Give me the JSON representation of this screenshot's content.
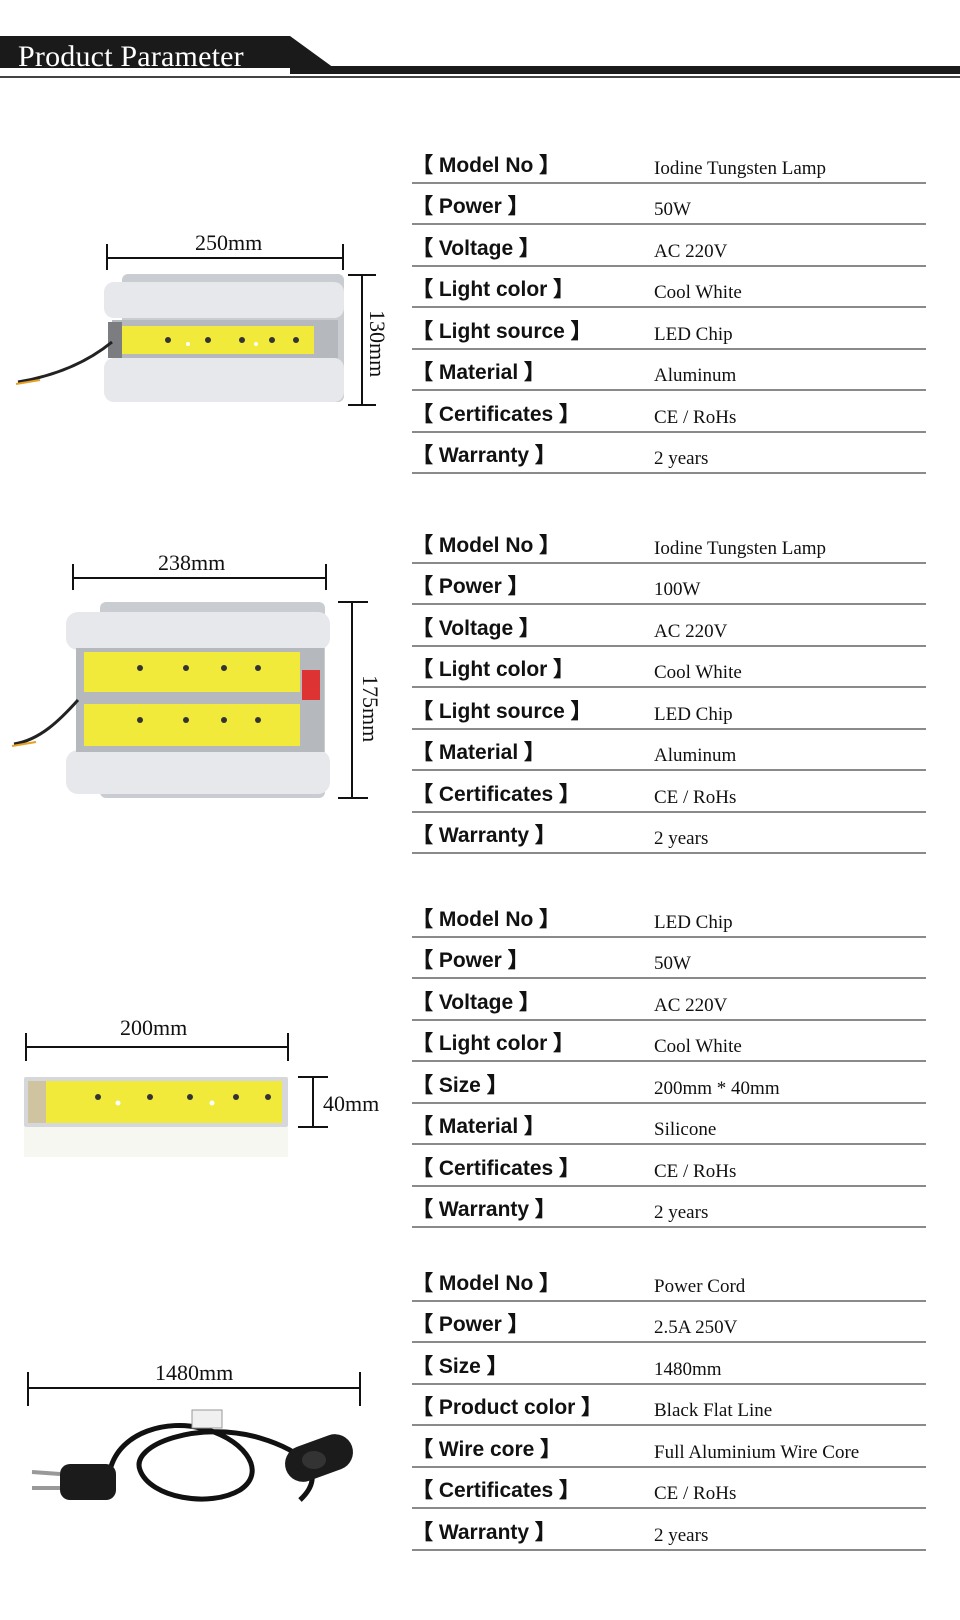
{
  "header": {
    "title": "Product Parameter"
  },
  "products": [
    {
      "width_label": "250mm",
      "height_label": "130mm",
      "specs": [
        {
          "key": "【 Model No 】",
          "value": "Iodine Tungsten Lamp"
        },
        {
          "key": "【 Power 】",
          "value": "50W"
        },
        {
          "key": "【 Voltage 】",
          "value": "AC 220V"
        },
        {
          "key": "【 Light color 】",
          "value": "Cool White"
        },
        {
          "key": "【 Light source 】",
          "value": "LED Chip"
        },
        {
          "key": "【 Material 】",
          "value": "Aluminum"
        },
        {
          "key": "【 Certificates 】",
          "value": "CE / RoHs"
        },
        {
          "key": "【 Warranty 】",
          "value": "2 years"
        }
      ]
    },
    {
      "width_label": "238mm",
      "height_label": "175mm",
      "specs": [
        {
          "key": "【 Model No 】",
          "value": "Iodine Tungsten Lamp"
        },
        {
          "key": "【 Power 】",
          "value": "100W"
        },
        {
          "key": "【 Voltage 】",
          "value": "AC 220V"
        },
        {
          "key": "【 Light color 】",
          "value": "Cool White"
        },
        {
          "key": "【 Light source 】",
          "value": "LED Chip"
        },
        {
          "key": "【 Material 】",
          "value": "Aluminum"
        },
        {
          "key": "【 Certificates 】",
          "value": "CE / RoHs"
        },
        {
          "key": "【 Warranty 】",
          "value": "2 years"
        }
      ]
    },
    {
      "width_label": "200mm",
      "height_label": "40mm",
      "specs": [
        {
          "key": "【 Model No 】",
          "value": "LED Chip"
        },
        {
          "key": "【 Power 】",
          "value": "50W"
        },
        {
          "key": "【 Voltage 】",
          "value": "AC 220V"
        },
        {
          "key": "【 Light color 】",
          "value": "Cool White"
        },
        {
          "key": "【 Size 】",
          "value": "200mm * 40mm"
        },
        {
          "key": "【 Material 】",
          "value": "Silicone"
        },
        {
          "key": "【 Certificates 】",
          "value": "CE / RoHs"
        },
        {
          "key": "【 Warranty 】",
          "value": "2 years"
        }
      ]
    },
    {
      "width_label": "1480mm",
      "specs": [
        {
          "key": "【 Model No 】",
          "value": "Power Cord"
        },
        {
          "key": "【 Power 】",
          "value": "2.5A 250V"
        },
        {
          "key": "【 Size 】",
          "value": "1480mm"
        },
        {
          "key": "【 Product color 】",
          "value": "Black Flat Line"
        },
        {
          "key": "【 Wire core 】",
          "value": "Full Aluminium Wire Core"
        },
        {
          "key": "【 Certificates 】",
          "value": "CE / RoHs"
        },
        {
          "key": "【 Warranty 】",
          "value": "2 years"
        }
      ]
    }
  ],
  "colors": {
    "banner": "#1a1a1a",
    "chip": "#f1ea3a",
    "rule": "#8a8a8a"
  }
}
